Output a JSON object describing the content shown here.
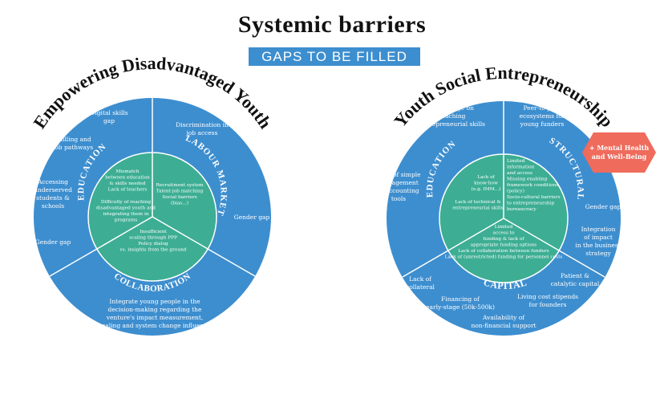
{
  "title": "Systemic barriers",
  "subtitle": "GAPS TO BE FILLED",
  "left": {
    "arc_title": "Empowering Disadvantaged Youth",
    "labels": {
      "education": "EDUCATION",
      "labour": "LABOUR MARKET",
      "collaboration": "COLLABORATION"
    },
    "outer": {
      "digital_skills": [
        "Digital skills",
        "gap"
      ],
      "discrimination": [
        "Discrimination in",
        "job access"
      ],
      "skilling": [
        "Skilling and",
        "job pathways"
      ],
      "accessing": [
        "Accessing",
        "underserved",
        "students &",
        "schools"
      ],
      "gender_left": [
        "Gender gap"
      ],
      "gender_right": [
        "Gender gap"
      ],
      "integrate": [
        "Integrate young people in the",
        "decision-making regarding the",
        "venture's impact measurement,",
        "scaling and system change influence"
      ]
    },
    "inner": {
      "education_a": [
        "Mismatch",
        "between education",
        "& skills needed",
        "Lack of teachers"
      ],
      "education_b": [
        "Difficulty of reaching",
        "disadvantaged youth and",
        "integrating them in",
        "programs"
      ],
      "labour": [
        "Recruitment system",
        "Talent-job matching",
        "Social barriers",
        "(bias...)"
      ],
      "collaboration": [
        "Insufficient",
        "scaling through PPP",
        "Policy dialog",
        "vs. insights from the ground"
      ]
    }
  },
  "right": {
    "arc_title": "Youth Social Entrepreneurship",
    "labels": {
      "education": "EDUCATION",
      "structural": "STRUCTURAL",
      "capital": "CAPITAL"
    },
    "outer": {
      "knowledge": [
        "Knowledge on",
        "teaching",
        "entrepreneurial skills"
      ],
      "peer": [
        "Peer-to-peer",
        "ecosystems for",
        "young funders"
      ],
      "lack_simple": [
        "Lack of simple",
        "management",
        "& accounting",
        "tools"
      ],
      "gender": [
        "Gender gap"
      ],
      "integration": [
        "Integration",
        "of impact",
        "in the business",
        "strategy"
      ],
      "lack_collateral": [
        "Lack of",
        "collateral"
      ],
      "patient": [
        "Patient &",
        "catalytic capital"
      ],
      "financing": [
        "Financing of",
        "early-stage (50k-500k)"
      ],
      "living": [
        "Living cost stipends",
        "for founders"
      ],
      "availability": [
        "Availability of",
        "non-financial support"
      ]
    },
    "inner": {
      "education_a": [
        "Lack of",
        "know-how",
        "(e.g. IMM...)"
      ],
      "education_b": [
        "Lack of technical &",
        "entrepreneurial skills"
      ],
      "structural": [
        "Limited",
        "information",
        "and access",
        "Missing enabling",
        "framework conditions",
        "(policy)",
        "Socio-cultural barriers",
        "to entrepreneurship",
        "bureaucracy"
      ],
      "capital": [
        "Limited",
        "access to",
        "funding & lack of",
        "appropriate funding options",
        "Lack of collaboration between funders",
        "Lack of (unrestricted) funding for personnel costs"
      ]
    }
  },
  "hexagon": [
    "+ Mental Health",
    "and Well-Being"
  ],
  "colors": {
    "outer_blue": "#3d8ecf",
    "inner_green": "#3dae93",
    "divider": "#ffffff",
    "hexagon": "#ef6b5c"
  }
}
